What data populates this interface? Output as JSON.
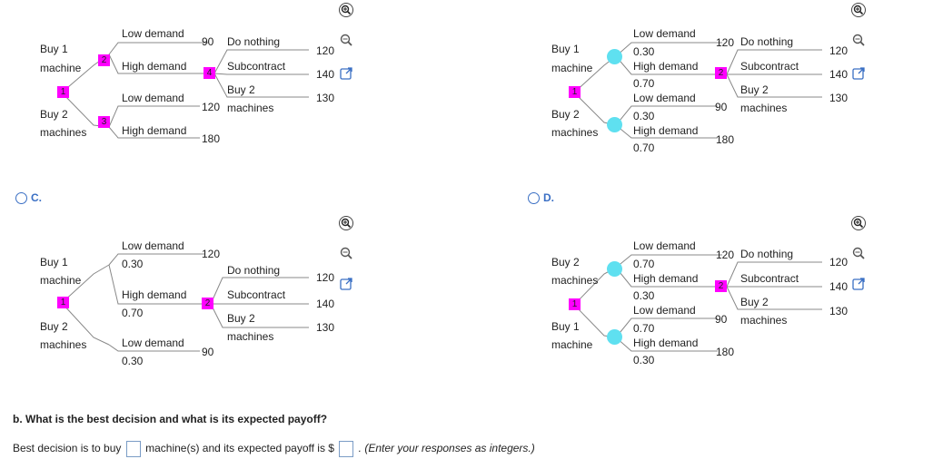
{
  "trees": {
    "top_left": {
      "buy1": "Buy 1",
      "machine": "machine",
      "buy2": "Buy 2",
      "machines": "machines",
      "low1": "Low demand",
      "high1": "High demand",
      "low2": "Low demand",
      "high2": "High demand",
      "v90": "90",
      "v120": "120",
      "v180": "180",
      "do_nothing": "Do nothing",
      "subcontract": "Subcontract",
      "buy2b": "Buy 2",
      "machines2": "machines",
      "p120": "120",
      "p140": "140",
      "p130": "130",
      "n1": "1",
      "n2": "2",
      "n3": "3",
      "n4": "4"
    },
    "top_right": {
      "buy1": "Buy 1",
      "machine": "machine",
      "buy2": "Buy 2",
      "machines": "machines",
      "low1": "Low demand",
      "p030a": "0.30",
      "high1": "High demand",
      "p070a": "0.70",
      "low2": "Low demand",
      "p030b": "0.30",
      "high2": "High demand",
      "p070b": "0.70",
      "v120": "120",
      "v90": "90",
      "v180": "180",
      "do_nothing": "Do nothing",
      "subcontract": "Subcontract",
      "buy2b": "Buy 2",
      "machines2": "machines",
      "p120": "120",
      "p140": "140",
      "p130": "130",
      "n1": "1",
      "n2": "2"
    },
    "c": {
      "buy1": "Buy 1",
      "machine": "machine",
      "buy2": "Buy 2",
      "machines": "machines",
      "low1": "Low demand",
      "p030a": "0.30",
      "high1": "High demand",
      "p070a": "0.70",
      "low2": "Low demand",
      "p030b": "0.30",
      "v120": "120",
      "v90": "90",
      "do_nothing": "Do nothing",
      "subcontract": "Subcontract",
      "buy2b": "Buy 2",
      "machines2": "machines",
      "p120": "120",
      "p140": "140",
      "p130": "130",
      "n1": "1",
      "n2": "2"
    },
    "d": {
      "buy2": "Buy 2",
      "machines": "machines",
      "buy1": "Buy 1",
      "machine": "machine",
      "low1": "Low demand",
      "p070a": "0.70",
      "high1": "High demand",
      "p030a": "0.30",
      "low2": "Low demand",
      "p070b": "0.70",
      "high2": "High demand",
      "p030b": "0.30",
      "v120": "120",
      "v90": "90",
      "v180": "180",
      "do_nothing": "Do nothing",
      "subcontract": "Subcontract",
      "buy2b": "Buy 2",
      "machines2": "machines",
      "p120": "120",
      "p140": "140",
      "p130": "130",
      "n1": "1",
      "n2": "2"
    }
  },
  "options": {
    "c": "C.",
    "d": "D."
  },
  "question": {
    "title": "b. What is the best decision and what is its expected payoff?",
    "prefix": "Best decision is to buy",
    "middle": "machine(s) and its expected payoff is $",
    "suffix": ". (Enter your responses as integers.)"
  },
  "colors": {
    "decision_node": "#ff00ff",
    "chance_node": "#5fe0f0",
    "accent": "#3a6fc4"
  }
}
